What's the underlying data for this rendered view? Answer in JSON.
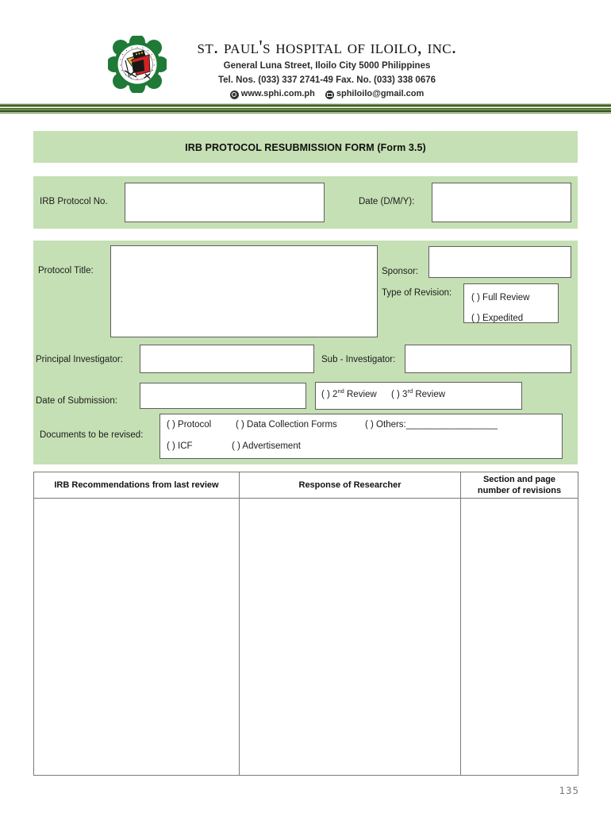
{
  "header": {
    "logo_icon": "hospital-crest-logo",
    "hospital_name": "St. Paul's Hospital of Iloilo, Inc.",
    "address_line": "General Luna Street, Iloilo City 5000  Philippines",
    "phone_line": "Tel. Nos. (033) 337 2741-49 Fax. No. (033) 338 0676",
    "website": "www.sphi.com.ph",
    "email": "sphiloilo@gmail.com",
    "website_icon": "globe-icon",
    "email_icon": "envelope-icon"
  },
  "form": {
    "title": "IRB PROTOCOL RESUBMISSION FORM (Form 3.5)",
    "irb_protocol_no_label": "IRB Protocol No.",
    "irb_protocol_no_value": "",
    "date_label": "Date (D/M/Y):",
    "date_value": "",
    "protocol_title_label": "Protocol Title:",
    "protocol_title_value": "",
    "sponsor_label": "Sponsor:",
    "sponsor_value": "",
    "type_of_revision_label": "Type of Revision:",
    "revision_options": [
      "( ) Full Review",
      "( ) Expedited"
    ],
    "principal_investigator_label": "Principal Investigator:",
    "principal_investigator_value": "",
    "sub_investigator_label": "Sub - Investigator:",
    "sub_investigator_value": "",
    "date_of_submission_label": "Date of Submission:",
    "date_of_submission_value": "",
    "review_round_option_2_prefix": "( ) 2",
    "review_round_option_2_sup": "nd",
    "review_round_option_2_suffix": " Review",
    "review_round_option_3_prefix": "( ) 3",
    "review_round_option_3_sup": "rd",
    "review_round_option_3_suffix": " Review",
    "documents_label": "Documents to be revised:",
    "documents_row1": [
      "( ) Protocol",
      "( ) Data Collection Forms",
      "( ) Others:__________________"
    ],
    "documents_row2": [
      "( ) ICF",
      "( ) Advertisement"
    ]
  },
  "table": {
    "columns": [
      "IRB Recommendations from last review",
      "Response of Researcher",
      "Section and page\nnumber of revisions"
    ],
    "col3_line1": "Section and page",
    "col3_line2": "number of revisions",
    "rows": []
  },
  "footer": {
    "page_number": "135"
  },
  "colors": {
    "panel_green": "#c5e0b4",
    "divider_dark": "#375623",
    "divider_mid": "#548235",
    "divider_light": "#a9c48f",
    "border_gray": "#5e5e5e",
    "table_border": "#7a7a7a",
    "page_number_gray": "#7b7b7b"
  }
}
